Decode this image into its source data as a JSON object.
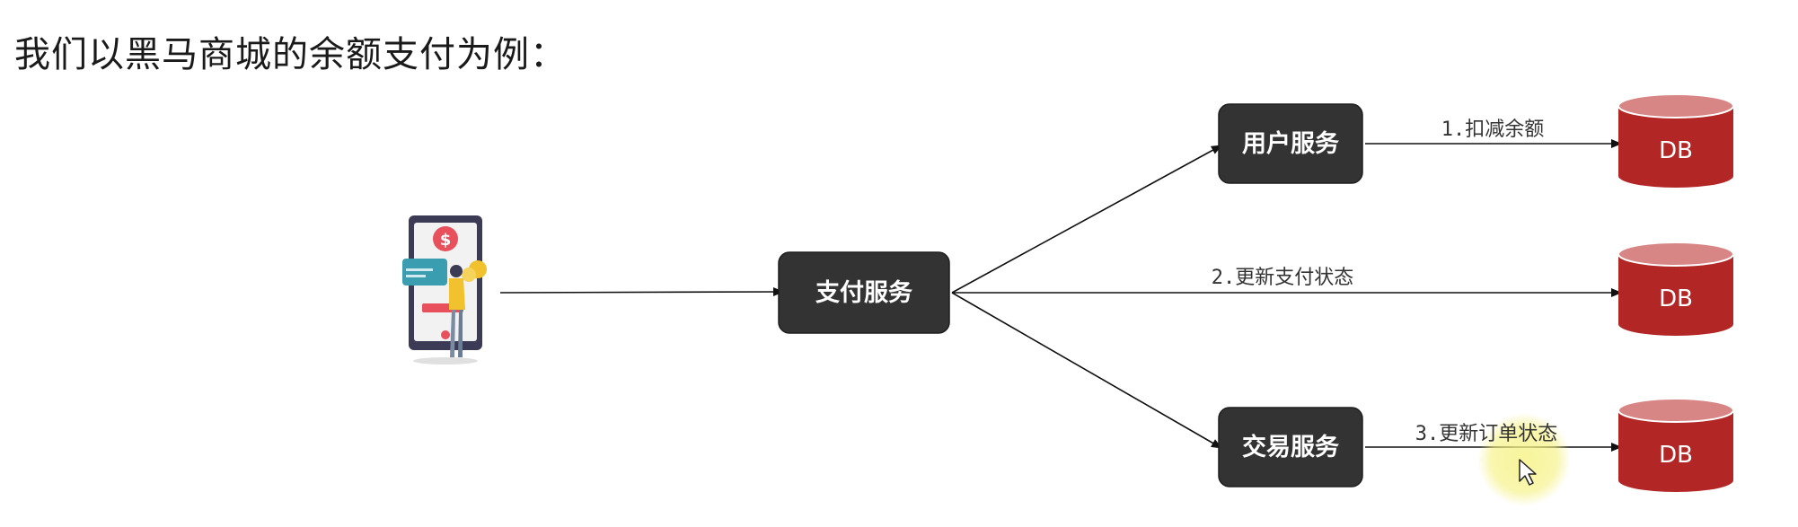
{
  "heading": "我们以黑马商城的余额支付为例：",
  "diagram": {
    "client": {
      "icon": "mobile-payment-user-icon"
    },
    "services": {
      "payment": "支付服务",
      "user": "用户服务",
      "trade": "交易服务"
    },
    "edges": {
      "deduct_balance": "1.扣减余额",
      "update_pay_status": "2.更新支付状态",
      "update_order_status": "3.更新订单状态"
    },
    "databases": {
      "db1": "DB",
      "db2": "DB",
      "db3": "DB"
    },
    "colors": {
      "service_box": "#333333",
      "database": "#b32626",
      "database_top": "#d88585",
      "cursor_highlight": "#f5f07a"
    }
  }
}
